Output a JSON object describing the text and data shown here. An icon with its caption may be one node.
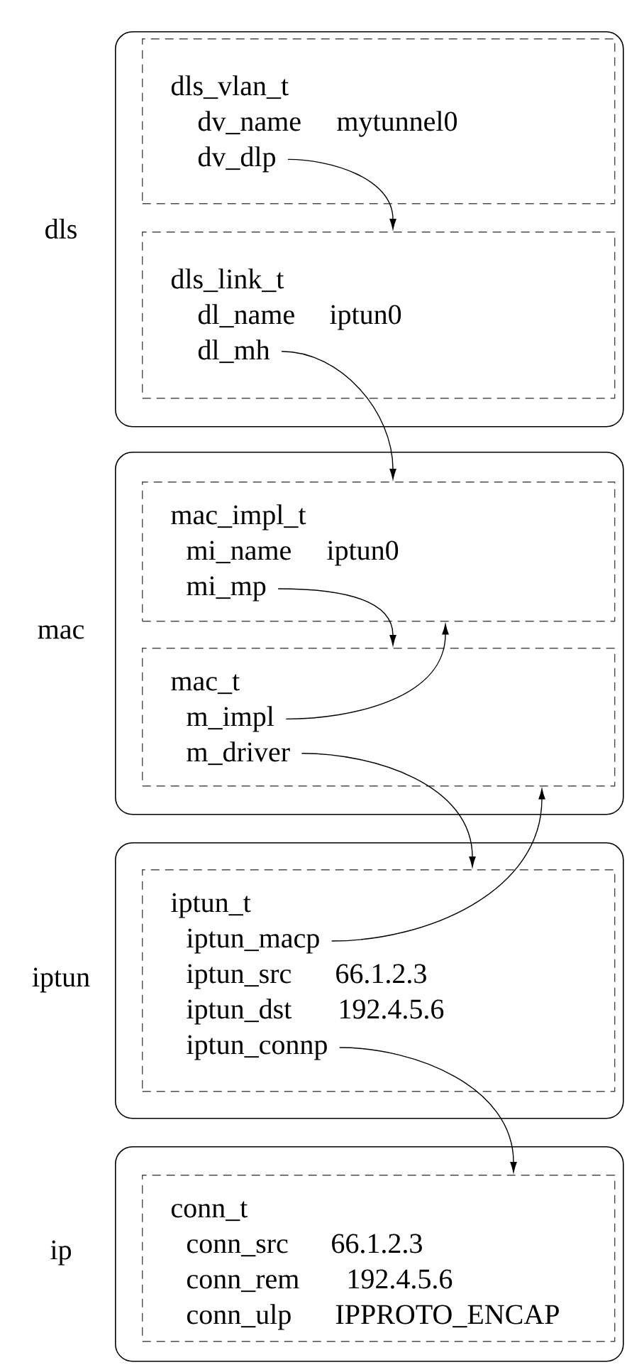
{
  "diagram": {
    "nodes": [
      {
        "text": [
          "dls"
        ]
      },
      {
        "text": [
          "dls_vlan_t"
        ],
        "in": 0
      },
      {
        "text": [
          "dv_name",
          "mytunnel0"
        ],
        "in": 1
      },
      {
        "text": [
          "dv_dlp"
        ],
        "in": 1
      },
      {
        "text": [
          "dls_link_t"
        ],
        "in": 0
      },
      {
        "text": [
          "dl_name",
          "iptun0"
        ],
        "in": 4
      },
      {
        "text": [
          "dl_mh"
        ],
        "in": 4
      },
      {
        "text": [
          "mac"
        ]
      },
      {
        "text": [
          "mac_impl_t"
        ],
        "in": 7
      },
      {
        "text": [
          "mi_name",
          "iptun0"
        ],
        "in": 8
      },
      {
        "text": [
          "mi_mp"
        ],
        "in": 8
      },
      {
        "text": [
          "mac_t"
        ],
        "in": 7
      },
      {
        "text": [
          "m_impl"
        ],
        "in": 11
      },
      {
        "text": [
          "m_driver"
        ],
        "in": 11
      },
      {
        "text": [
          "iptun"
        ]
      },
      {
        "text": [
          "iptun_t"
        ],
        "in": 14
      },
      {
        "text": [
          "iptun_macp"
        ],
        "in": 15
      },
      {
        "text": [
          "iptun_src",
          "66.1.2.3"
        ],
        "in": 15
      },
      {
        "text": [
          "iptun_dst",
          "192.4.5.6"
        ],
        "in": 15
      },
      {
        "text": [
          "iptun_connp"
        ],
        "in": 15
      },
      {
        "text": [
          "ip"
        ]
      },
      {
        "text": [
          "conn_t"
        ],
        "in": 20
      },
      {
        "text": [
          "conn_src",
          "66.1.2.3"
        ],
        "in": 21
      },
      {
        "text": [
          "conn_rem",
          "192.4.5.6"
        ],
        "in": 21
      },
      {
        "text": [
          "conn_ulp",
          "IPPROTO_ENCAP"
        ],
        "in": 21
      }
    ],
    "edges": [
      {
        "from": 3,
        "to": 4,
        "arrow": "to"
      },
      {
        "from": 6,
        "to": 8,
        "arrow": "to"
      },
      {
        "from": 10,
        "to": 11,
        "arrow": "to"
      },
      {
        "from": 12,
        "to": 8,
        "arrow": "to"
      },
      {
        "from": 13,
        "to": 15,
        "arrow": "to"
      },
      {
        "from": 16,
        "to": 11,
        "arrow": "to"
      },
      {
        "from": 19,
        "to": 21,
        "arrow": "to"
      }
    ]
  }
}
